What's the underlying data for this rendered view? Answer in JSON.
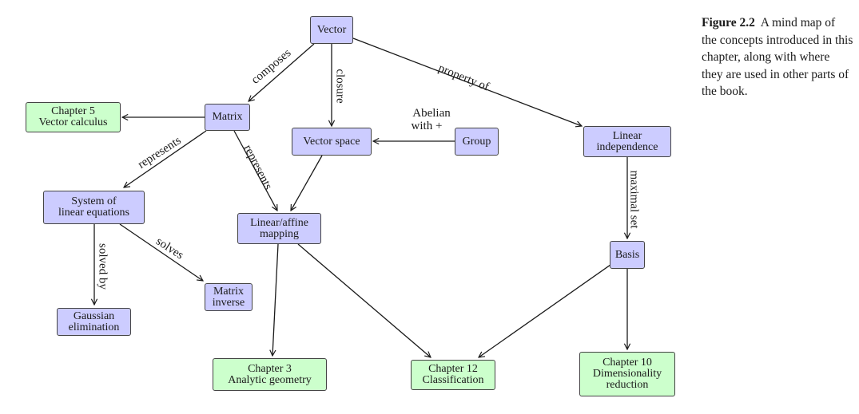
{
  "figure": {
    "label": "Figure 2.2",
    "caption": "A mind map of the concepts introduced in this chapter, along with where they are used in other parts of the book."
  },
  "colors": {
    "concept": "#ccccff",
    "chapter": "#ccffcc",
    "edge": "#1a1a1a"
  },
  "nodes": {
    "vector": {
      "lines": [
        "Vector"
      ],
      "kind": "concept"
    },
    "matrix": {
      "lines": [
        "Matrix"
      ],
      "kind": "concept"
    },
    "chapter5": {
      "lines": [
        "Chapter 5",
        "Vector calculus"
      ],
      "kind": "chapter"
    },
    "vector_space": {
      "lines": [
        "Vector space"
      ],
      "kind": "concept"
    },
    "group": {
      "lines": [
        "Group"
      ],
      "kind": "concept"
    },
    "linear_independence": {
      "lines": [
        "Linear",
        "independence"
      ],
      "kind": "concept"
    },
    "system_linear_eq": {
      "lines": [
        "System of",
        "linear equations"
      ],
      "kind": "concept"
    },
    "linear_affine": {
      "lines": [
        "Linear/affine",
        "mapping"
      ],
      "kind": "concept"
    },
    "gaussian": {
      "lines": [
        "Gaussian",
        "elimination"
      ],
      "kind": "concept"
    },
    "matrix_inverse": {
      "lines": [
        "Matrix",
        "inverse"
      ],
      "kind": "concept"
    },
    "basis": {
      "lines": [
        "Basis"
      ],
      "kind": "concept"
    },
    "chapter3": {
      "lines": [
        "Chapter 3",
        "Analytic geometry"
      ],
      "kind": "chapter"
    },
    "chapter12": {
      "lines": [
        "Chapter 12",
        "Classification"
      ],
      "kind": "chapter"
    },
    "chapter10": {
      "lines": [
        "Chapter 10",
        "Dimensionality",
        "reduction"
      ],
      "kind": "chapter"
    }
  },
  "edges": [
    {
      "from": "vector",
      "to": "matrix",
      "label": "composes"
    },
    {
      "from": "vector",
      "to": "vector_space",
      "label": "closure"
    },
    {
      "from": "vector",
      "to": "linear_independence",
      "label": "property of"
    },
    {
      "from": "matrix",
      "to": "chapter5",
      "label": ""
    },
    {
      "from": "group",
      "to": "vector_space",
      "label": "Abelian with +"
    },
    {
      "from": "matrix",
      "to": "system_linear_eq",
      "label": "represents"
    },
    {
      "from": "matrix",
      "to": "linear_affine",
      "label": "represents"
    },
    {
      "from": "vector_space",
      "to": "linear_affine",
      "label": ""
    },
    {
      "from": "linear_independence",
      "to": "basis",
      "label": "maximal set"
    },
    {
      "from": "system_linear_eq",
      "to": "gaussian",
      "label": "solved by"
    },
    {
      "from": "system_linear_eq",
      "to": "matrix_inverse",
      "label": "solves"
    },
    {
      "from": "linear_affine",
      "to": "chapter3",
      "label": ""
    },
    {
      "from": "linear_affine",
      "to": "chapter12",
      "label": ""
    },
    {
      "from": "basis",
      "to": "chapter12",
      "label": ""
    },
    {
      "from": "basis",
      "to": "chapter10",
      "label": ""
    }
  ]
}
